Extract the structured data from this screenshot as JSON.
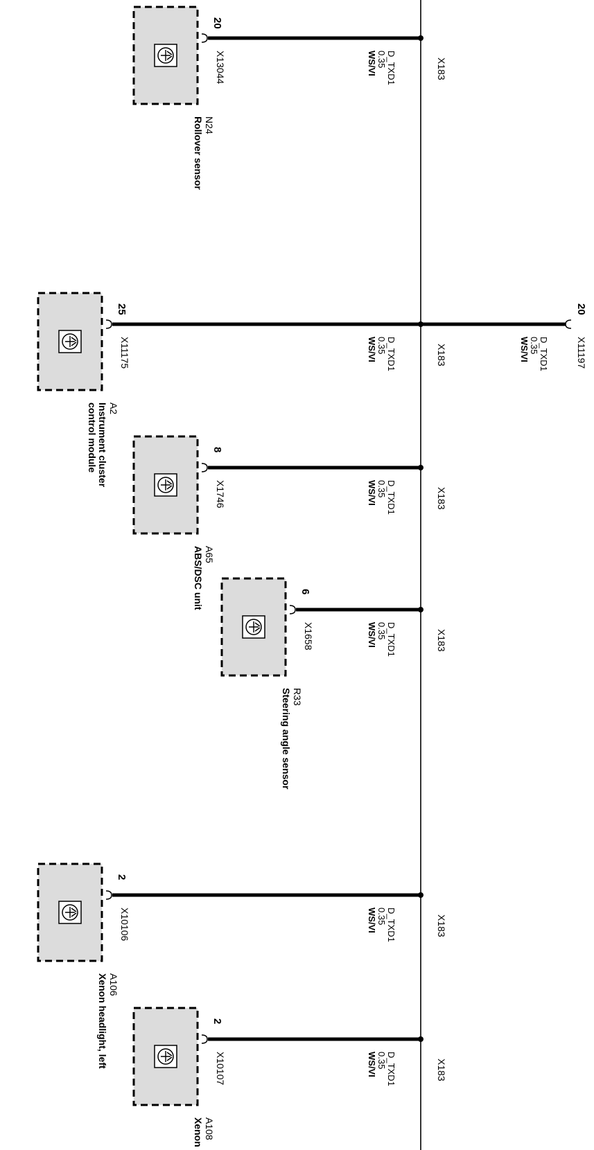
{
  "bus": {
    "connector": "X183",
    "wire": {
      "signal": "D_TXD1",
      "size": "0.35",
      "color": "WS/VI"
    }
  },
  "modules": [
    {
      "code": "N24",
      "name": "Rollover sensor",
      "connector": "X13044",
      "pin": "20"
    },
    {
      "code": "A2",
      "name": "Instrument cluster control module",
      "name_lines": [
        "Instrument cluster",
        "control module"
      ],
      "connector": "X11175",
      "pin": "25"
    },
    {
      "code": "A65",
      "name": "ABS/DSC unit",
      "connector": "X1746",
      "pin": "8"
    },
    {
      "code": "R33",
      "name": "Steering angle sensor",
      "connector": "X1658",
      "pin": "6"
    },
    {
      "code": "A106",
      "name": "Xenon headlight, left",
      "connector": "X10106",
      "pin": "2"
    },
    {
      "code": "A108",
      "name": "Xenon",
      "connector": "X10107",
      "pin": "2"
    }
  ],
  "external": {
    "connector": "X11197",
    "pin": "20"
  }
}
